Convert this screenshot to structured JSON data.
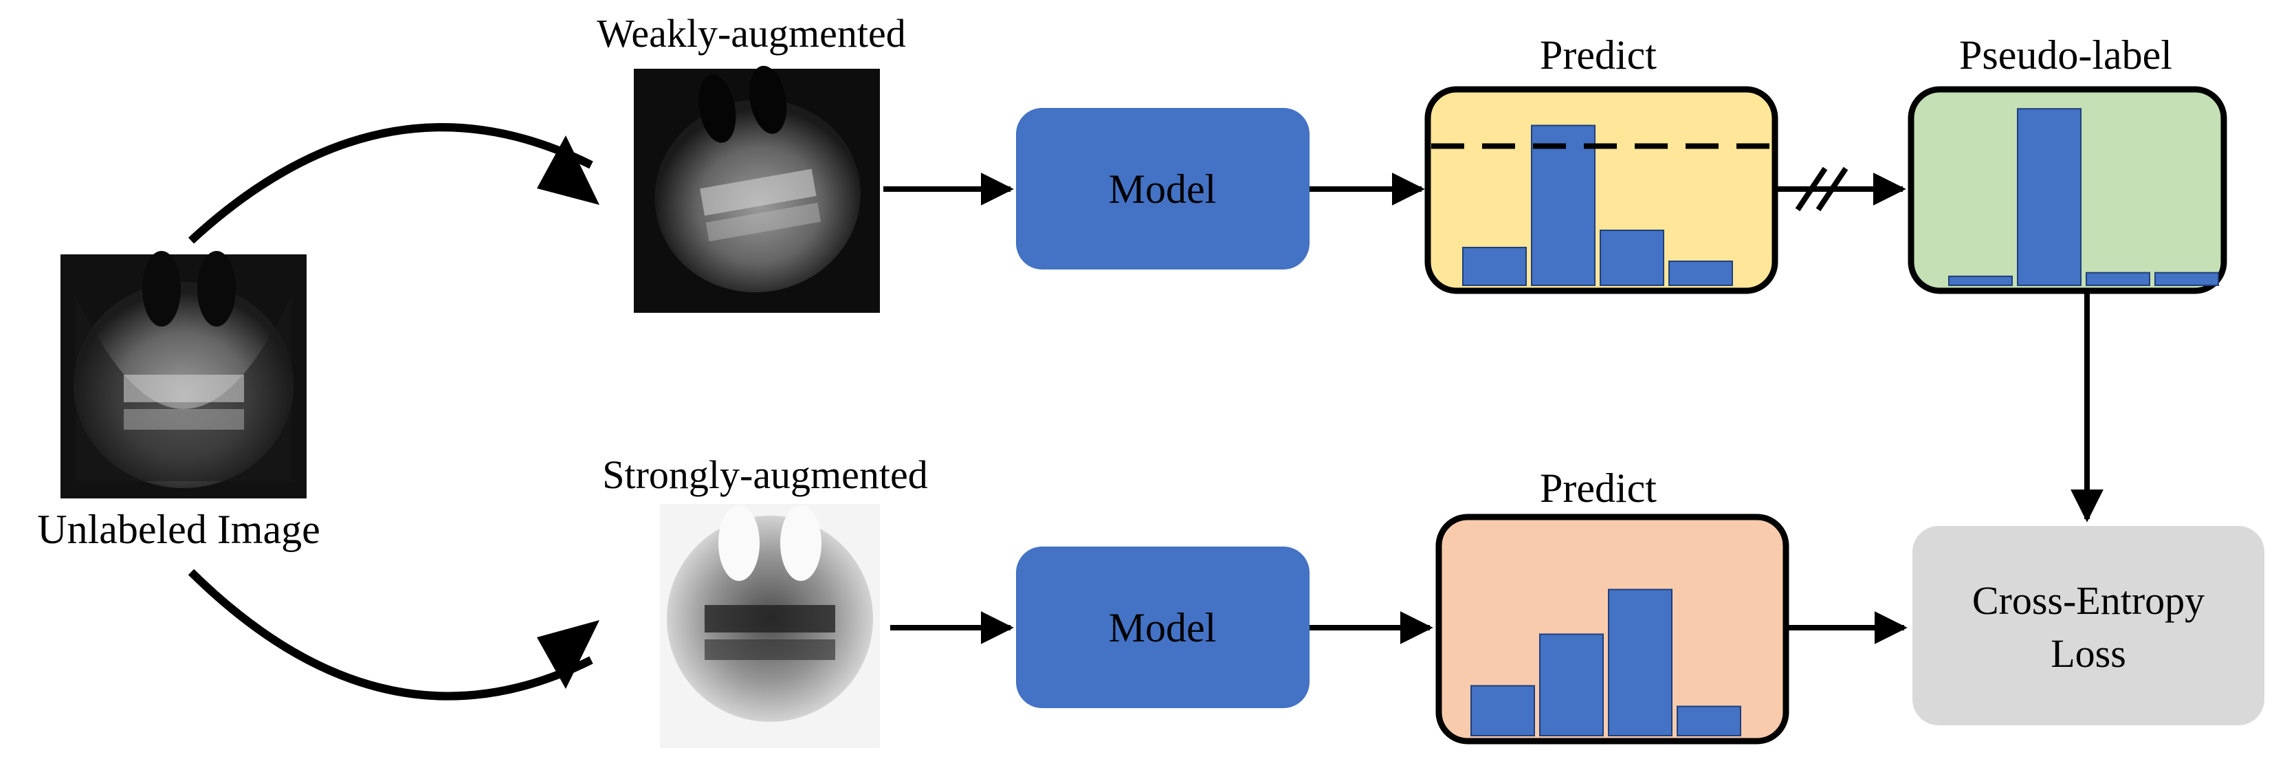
{
  "labels": {
    "unlabeled_image": "Unlabeled Image",
    "weakly_augmented": "Weakly-augmented",
    "strongly_augmented": "Strongly-augmented",
    "model_top": "Model",
    "model_bottom": "Model",
    "predict_top": "Predict",
    "pseudo_label": "Pseudo-label",
    "predict_bottom": "Predict",
    "loss_line1": "Cross-Entropy",
    "loss_line2": "Loss"
  },
  "colors": {
    "model": "#4472C4",
    "bar": "#4472C4",
    "predict_top_fill": "#FFE699",
    "pseudo_label_fill": "#C5E0B4",
    "predict_bottom_fill": "#F8CBAD",
    "loss_fill": "#D9D9D9"
  },
  "histograms": {
    "predict_top": [
      0.22,
      0.93,
      0.32,
      0.14
    ],
    "pseudo_label": [
      0.05,
      0.98,
      0.07,
      0.07
    ],
    "predict_bottom": [
      0.29,
      0.59,
      0.85,
      0.17
    ]
  },
  "threshold": 0.81
}
